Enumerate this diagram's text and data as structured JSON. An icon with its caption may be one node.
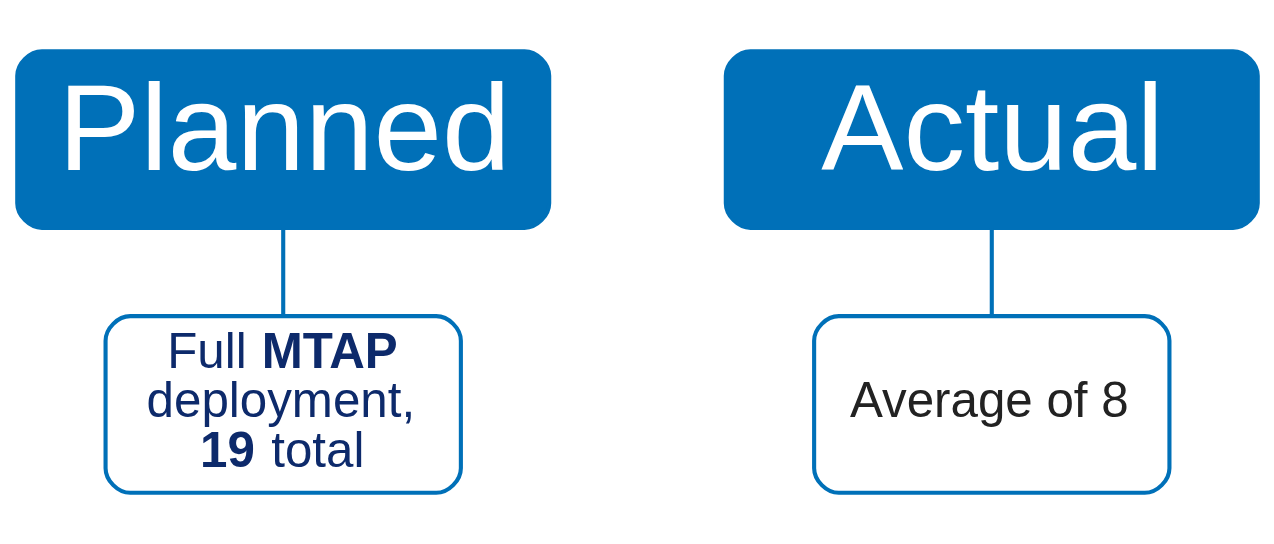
{
  "diagram": {
    "nodes": [
      {
        "text": [
          "Planned"
        ]
      },
      {
        "text": [
          "Full **MTAP** deployment, **19** total"
        ]
      },
      {
        "text": [
          "Actual"
        ]
      },
      {
        "text": [
          "Average of 8"
        ]
      }
    ],
    "edges": [
      {
        "from": 0,
        "to": 1,
        "arrow": "none"
      },
      {
        "from": 2,
        "to": 3,
        "arrow": "none"
      }
    ]
  }
}
